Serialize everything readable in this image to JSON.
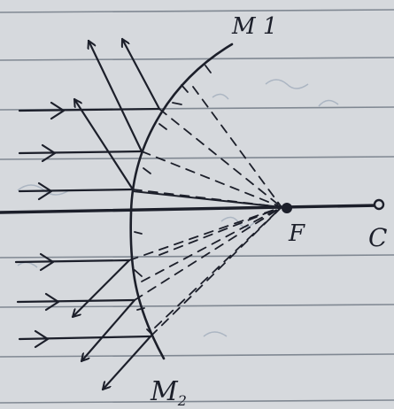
{
  "colors": {
    "paper": "#d6d9dd",
    "rule_line": "#3a4656",
    "ink": "#1c1f2a",
    "faint_ink": "#9aa7b7"
  },
  "labels": {
    "mirror_top": "M 1",
    "mirror_bottom": "M",
    "mirror_bottom_sub": "2",
    "focus": "F",
    "center": "C"
  },
  "elements": {
    "notebook_lines": "ruled-lines",
    "principal_axis": "horizontal-line",
    "convex_mirror": "curve",
    "incident_rays": "right-arrow-rays",
    "reflected_rays": "diverging-arrow-rays",
    "virtual_rays": "dashed-lines-to-focus",
    "focus_point": "filled-dot",
    "center_point": "hollow-dot"
  }
}
